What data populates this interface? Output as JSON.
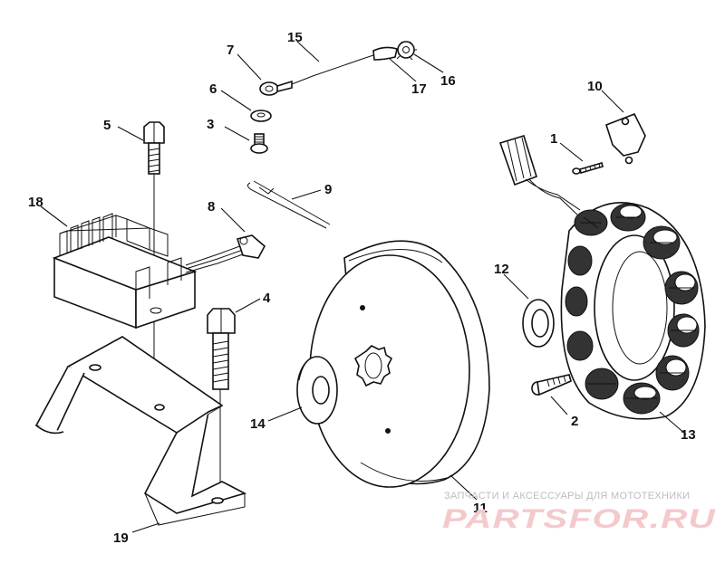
{
  "callouts": {
    "c1": "1",
    "c2": "2",
    "c3": "3",
    "c4": "4",
    "c5": "5",
    "c6": "6",
    "c7": "7",
    "c8": "8",
    "c9": "9",
    "c10": "10",
    "c11": "11",
    "c12": "12",
    "c13": "13",
    "c14": "14",
    "c15": "15",
    "c16": "16",
    "c17": "17",
    "c18": "18",
    "c19": "19"
  },
  "watermark": {
    "tagline": "ЗАПЧАСТИ И АКСЕССУАРЫ ДЛЯ МОТОТЕХНИКИ",
    "logo": "PARTSFOR.RU"
  },
  "colors": {
    "line": "#111111",
    "watermark_logo": "#f4c9cc",
    "watermark_text": "#bdbdbd"
  }
}
